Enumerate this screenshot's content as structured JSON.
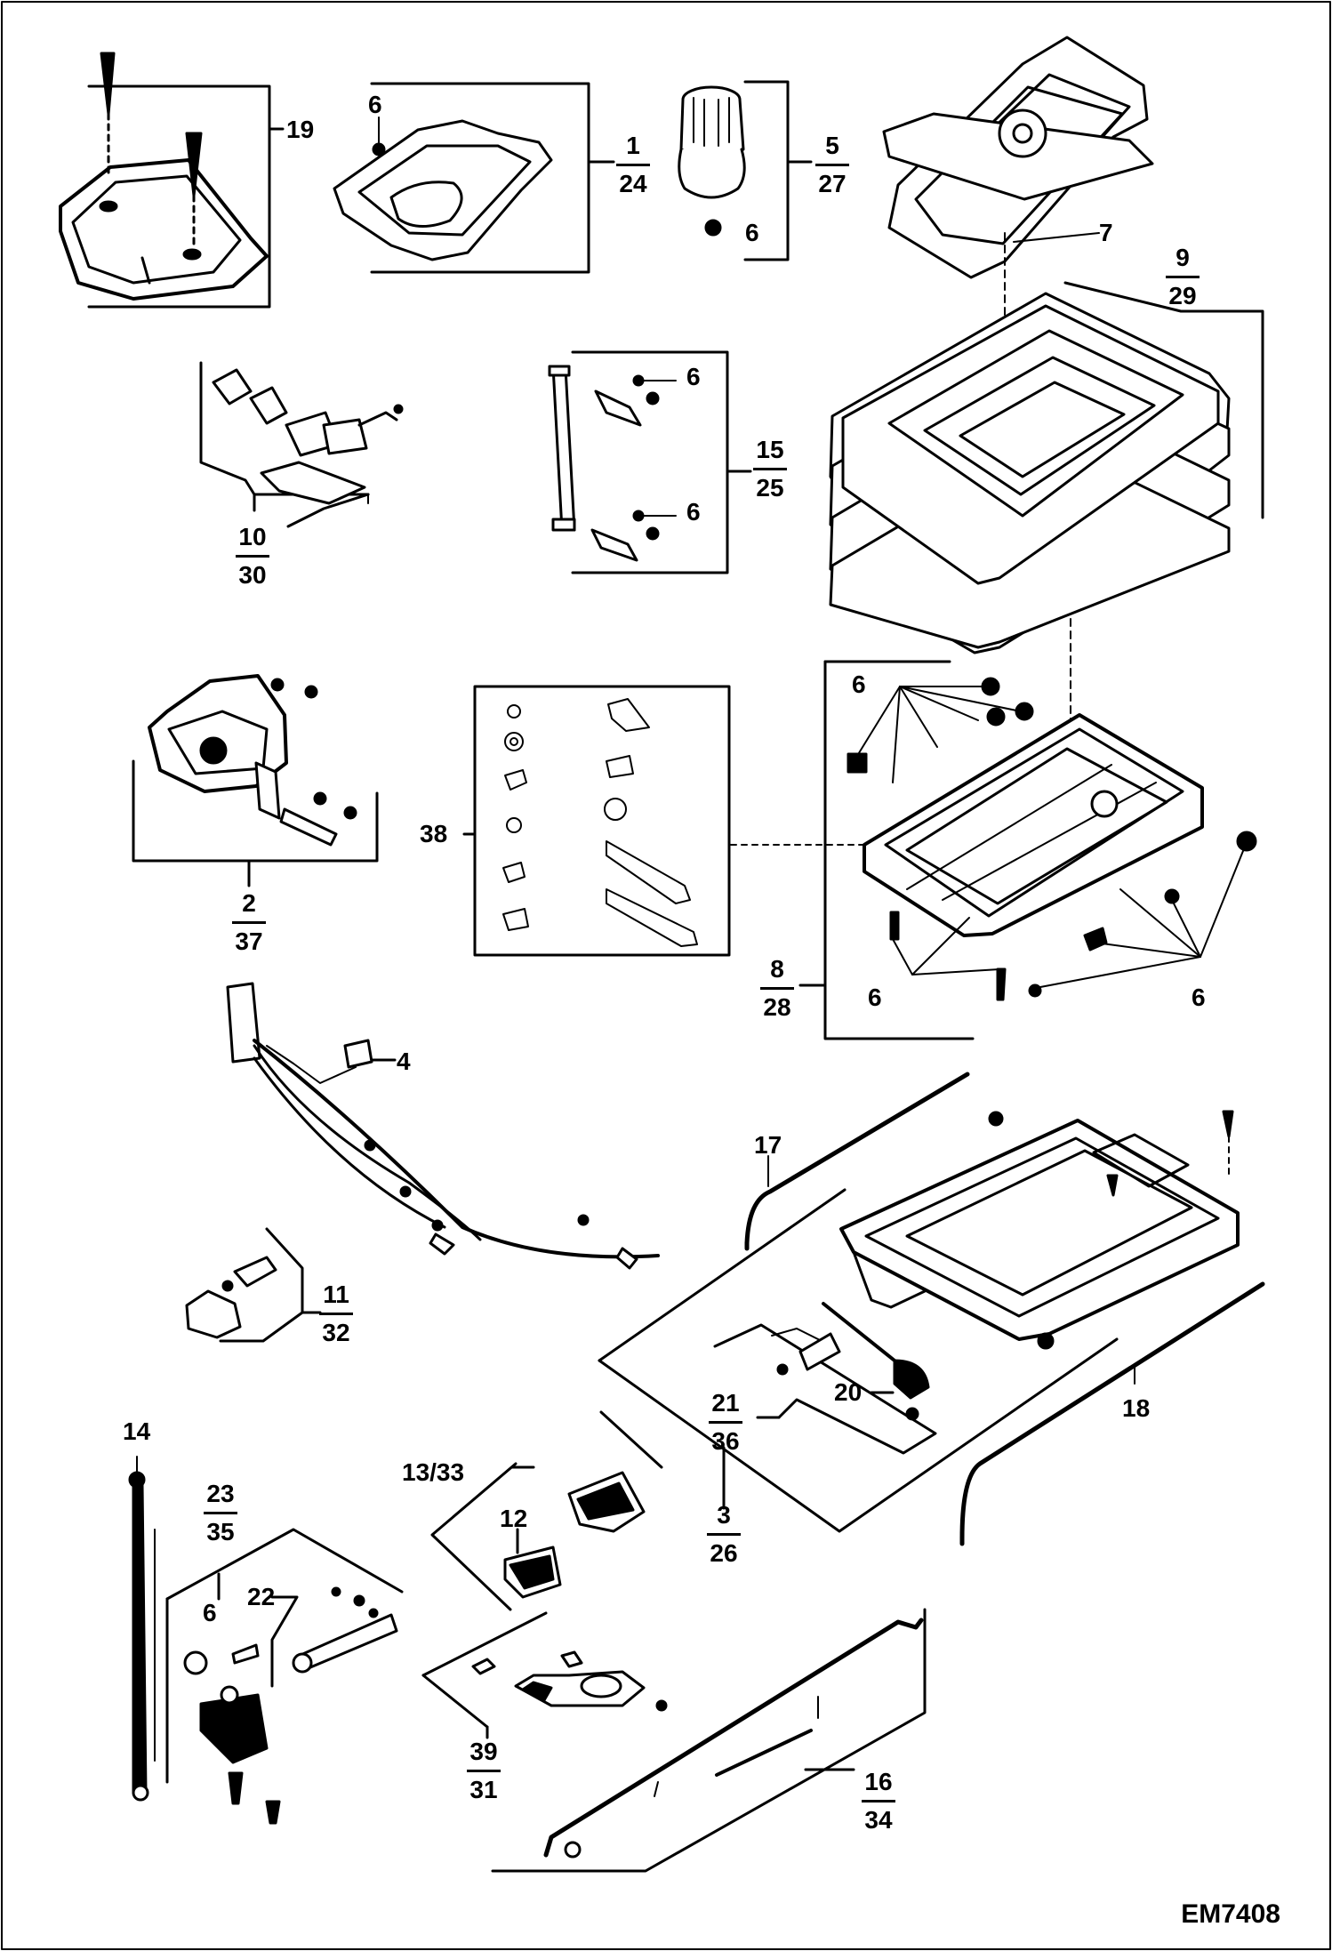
{
  "drawing_code": "EM7408",
  "parts": {
    "p19": "19",
    "p6_a": "6",
    "p6_b": "6",
    "p6_c": "6",
    "p6_d": "6",
    "p6_e": "6",
    "p6_f": "6",
    "p6_g": "6",
    "p6_h": "6",
    "p7": "7",
    "p4": "4",
    "p17": "17",
    "p18": "18",
    "p20": "20",
    "p38": "38",
    "p14": "14",
    "p12": "12",
    "p22": "22",
    "p13_33": "13/33"
  },
  "fractions": {
    "f1_24": {
      "num": "1",
      "den": "24"
    },
    "f5_27": {
      "num": "5",
      "den": "27"
    },
    "f9_29": {
      "num": "9",
      "den": "29"
    },
    "f10_30": {
      "num": "10",
      "den": "30"
    },
    "f15_25": {
      "num": "15",
      "den": "25"
    },
    "f2_37": {
      "num": "2",
      "den": "37"
    },
    "f8_28": {
      "num": "8",
      "den": "28"
    },
    "f11_32": {
      "num": "11",
      "den": "32"
    },
    "f21_36": {
      "num": "21",
      "den": "36"
    },
    "f3_26": {
      "num": "3",
      "den": "26"
    },
    "f23_35": {
      "num": "23",
      "den": "35"
    },
    "f39_31": {
      "num": "39",
      "den": "31"
    },
    "f16_34": {
      "num": "16",
      "den": "34"
    }
  }
}
